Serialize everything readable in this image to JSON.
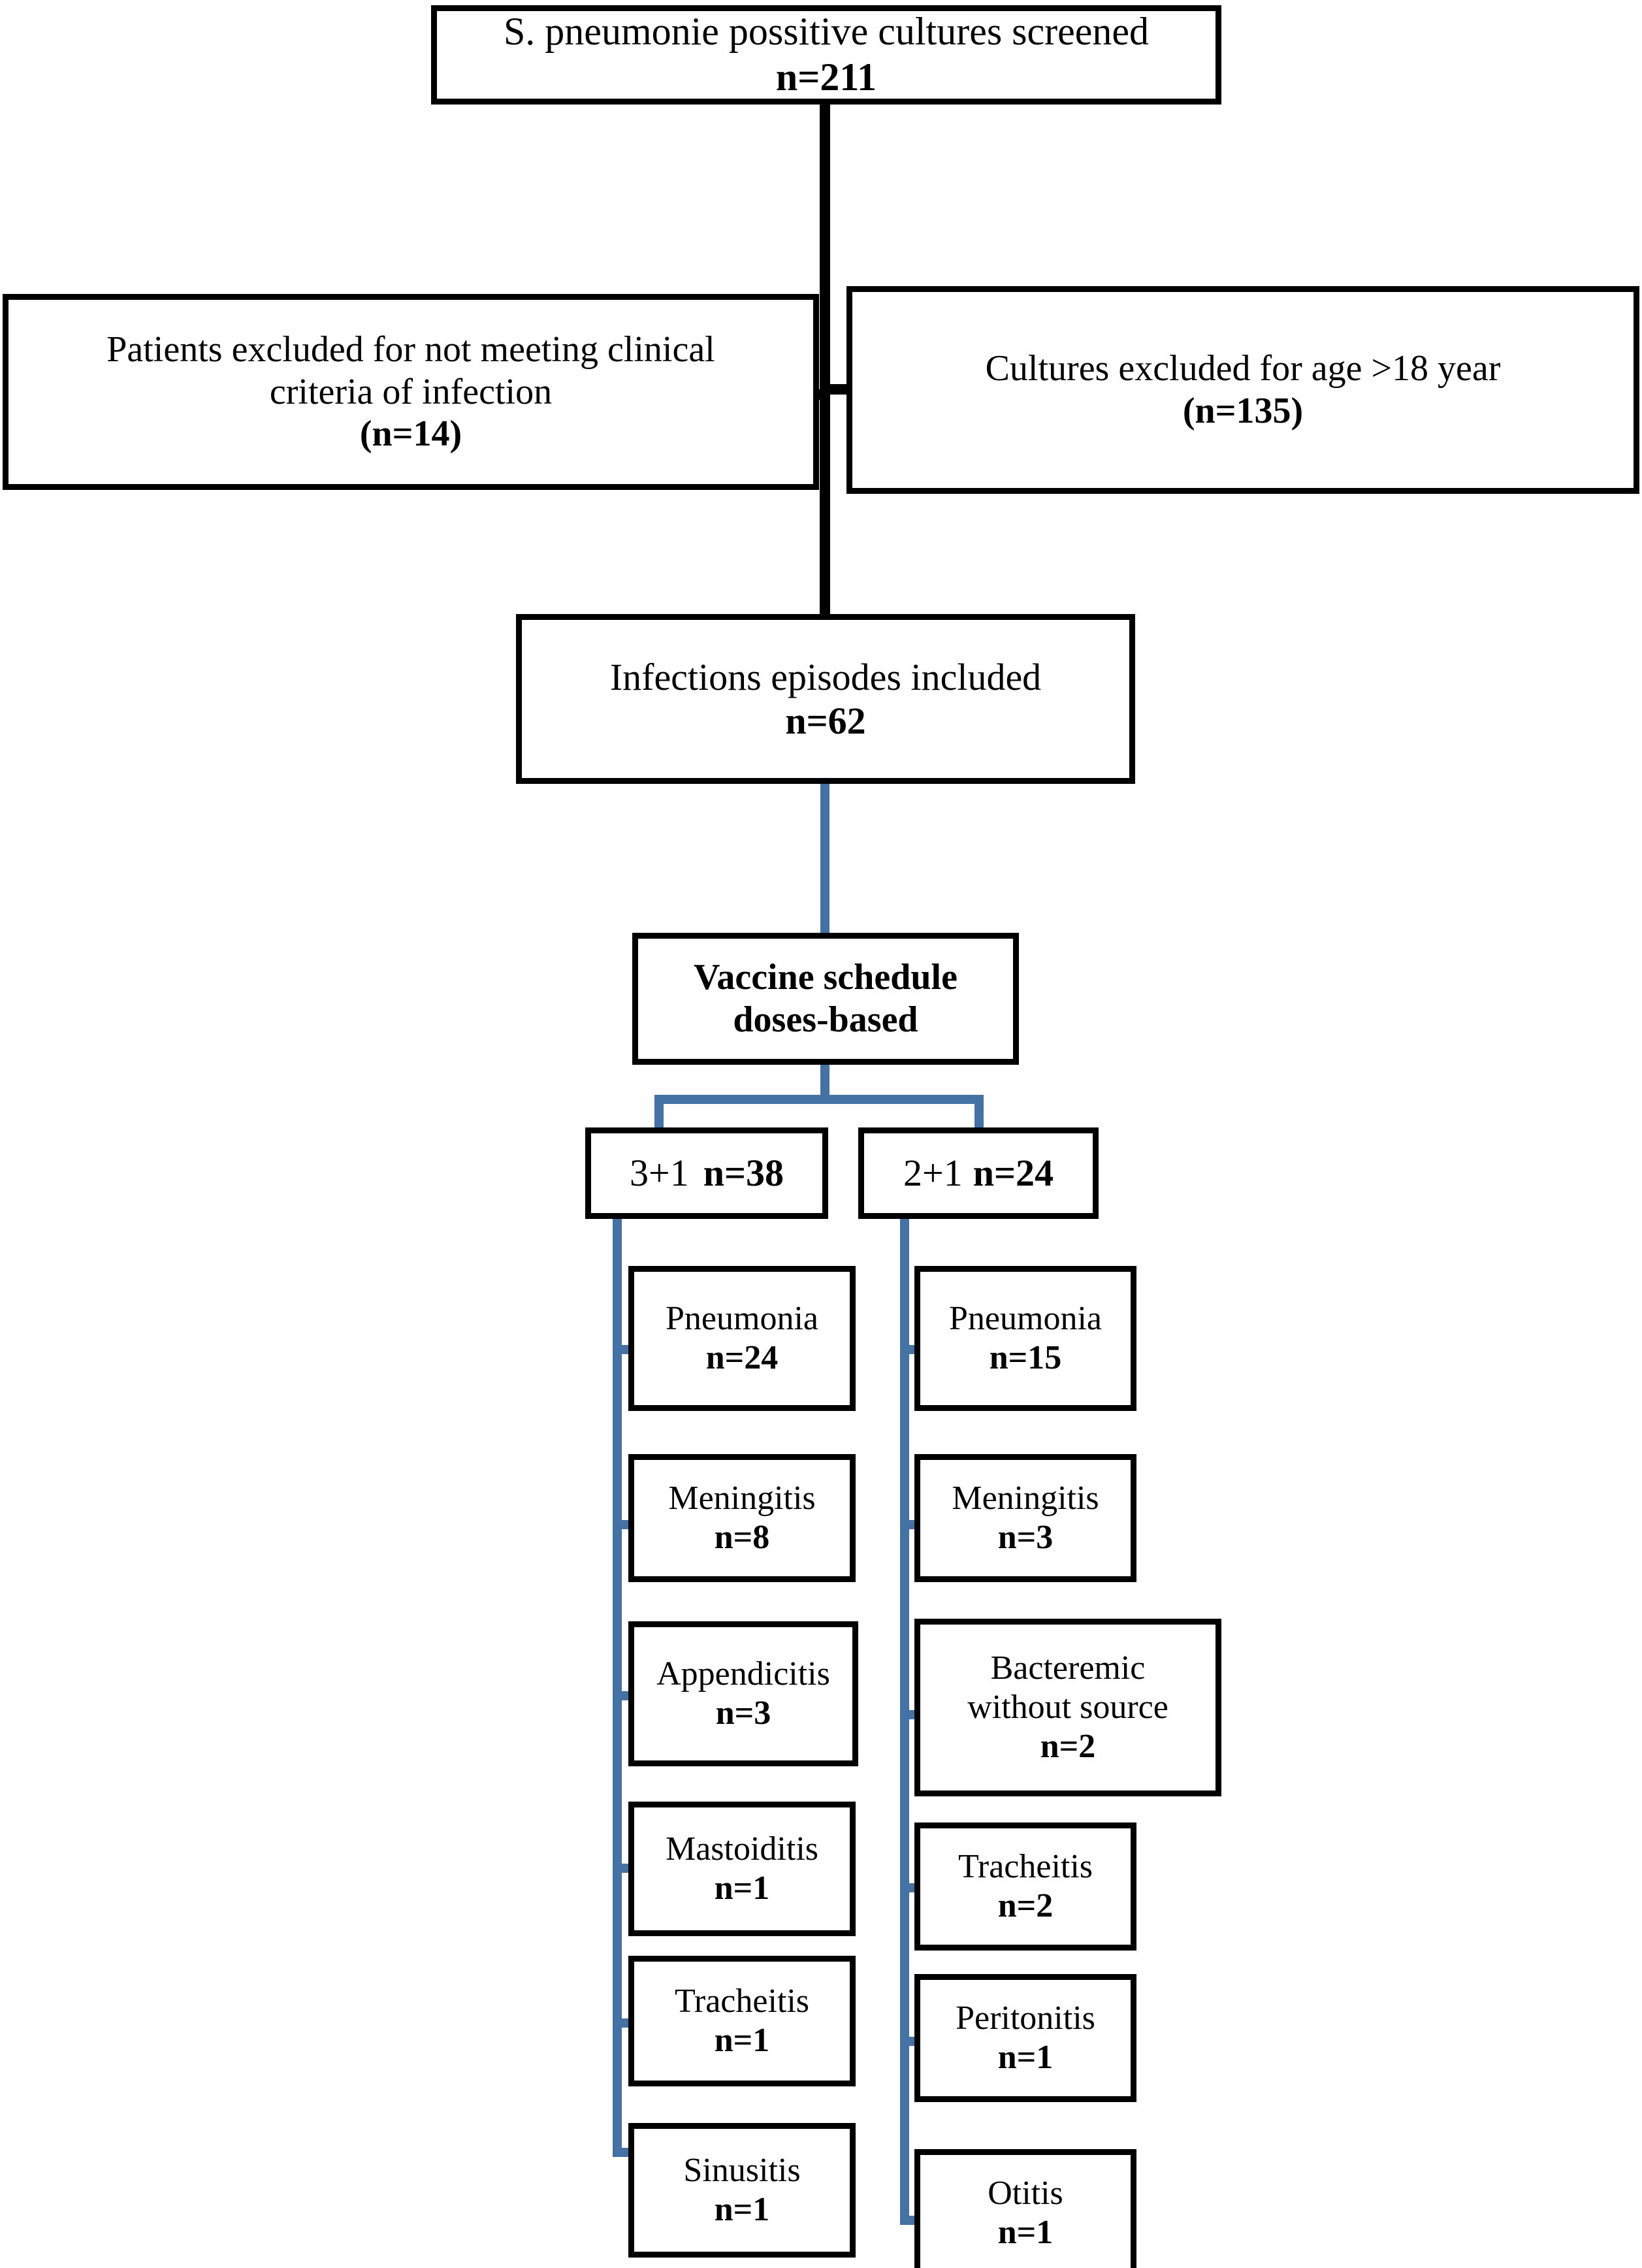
{
  "diagram": {
    "title": "Patient and culture selection flow diagram",
    "accent_color": "#4472a4",
    "box_border_color": "#000000",
    "background_color": "#ffffff"
  },
  "root": {
    "label": "S. pneumonie possitive cultures screened",
    "count": "n=211"
  },
  "exclusions": [
    {
      "name": "clinical-criteria",
      "line1": "Patients excluded for not meeting clinical",
      "line2": "criteria of infection",
      "count": "(n=14)"
    },
    {
      "name": "age-over-18",
      "line1": "Cultures excluded for age >18 year",
      "count": "(n=135)"
    }
  ],
  "included": {
    "label": "Infections episodes included",
    "count": "n=62"
  },
  "split_node": {
    "line1": "Vaccine schedule",
    "line2": "doses-based"
  },
  "arms": [
    {
      "name": "three-plus-one",
      "schedule": "3+1",
      "count": "n=38",
      "leaves": [
        {
          "label": "Pneumonia",
          "count": "n=24"
        },
        {
          "label": "Meningitis",
          "count": "n=8"
        },
        {
          "label": "Appendicitis",
          "count": "n=3"
        },
        {
          "label": "Mastoiditis",
          "count": "n=1"
        },
        {
          "label": "Tracheitis",
          "count": "n=1"
        },
        {
          "label": "Sinusitis",
          "count": "n=1"
        }
      ]
    },
    {
      "name": "two-plus-one",
      "schedule": "2+1",
      "count": "n=24",
      "leaves": [
        {
          "label": "Pneumonia",
          "count": "n=15"
        },
        {
          "label": "Meningitis",
          "count": "n=3"
        },
        {
          "label": "Bacteremic",
          "label2": "without source",
          "count": "n=2"
        },
        {
          "label": "Tracheitis",
          "count": "n=2"
        },
        {
          "label": "Peritonitis",
          "count": "n=1"
        },
        {
          "label": "Otitis",
          "count": "n=1"
        }
      ]
    }
  ],
  "chart_data": {
    "type": "table",
    "title": "S. pneumoniae culture screening and infection episodes by vaccine schedule",
    "categories": [
      "Screened cultures",
      "Excluded: age >18 year",
      "Excluded: not meeting clinical criteria",
      "Infection episodes included"
    ],
    "values": [
      211,
      135,
      14,
      62
    ],
    "series": [
      {
        "name": "3+1 schedule (n=38)",
        "categories": [
          "Pneumonia",
          "Meningitis",
          "Appendicitis",
          "Mastoiditis",
          "Tracheitis",
          "Sinusitis"
        ],
        "values": [
          24,
          8,
          3,
          1,
          1,
          1
        ]
      },
      {
        "name": "2+1 schedule (n=24)",
        "categories": [
          "Pneumonia",
          "Meningitis",
          "Bacteremic without source",
          "Tracheitis",
          "Peritonitis",
          "Otitis"
        ],
        "values": [
          15,
          3,
          2,
          2,
          1,
          1
        ]
      }
    ]
  }
}
